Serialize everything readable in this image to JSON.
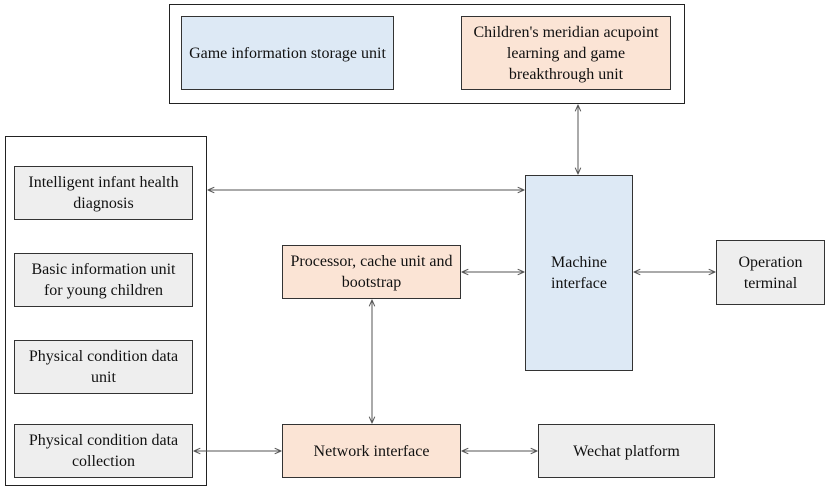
{
  "boxes": {
    "game_storage": "Game information storage unit",
    "meridian_game": "Children's meridian acupoint learning and game breakthrough unit",
    "health_diagnosis": "Intelligent infant health diagnosis",
    "basic_info": "Basic information unit for young children",
    "physical_data": "Physical condition data unit",
    "physical_collection": "Physical condition data collection",
    "processor": "Processor, cache unit and bootstrap",
    "machine_interface": "Machine interface",
    "operation_terminal": "Operation terminal",
    "network_interface": "Network interface",
    "wechat": "Wechat platform"
  },
  "colors": {
    "blue_fill": "#dde9f5",
    "peach_fill": "#fbe4d5",
    "gray_fill": "#eeeeee",
    "line": "#555555"
  }
}
